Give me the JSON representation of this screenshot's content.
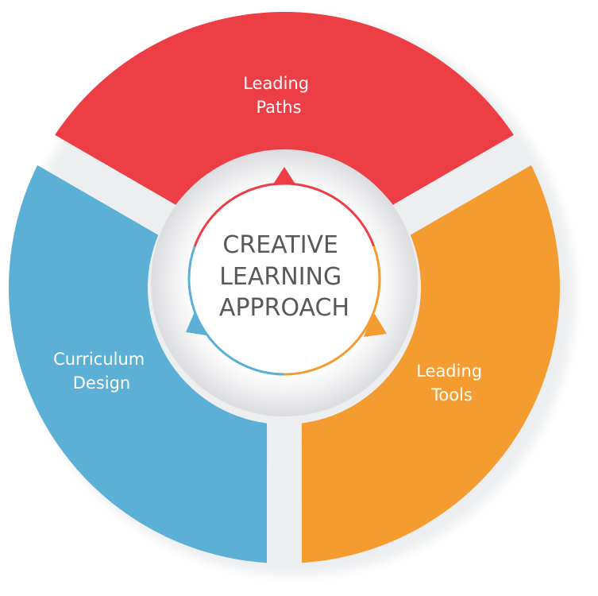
{
  "diagram": {
    "type": "cycle-ring",
    "center": {
      "lines": [
        "CREATIVE",
        "LEARNING",
        "APPROACH"
      ],
      "text_color": "#58595b",
      "fill": "#ffffff"
    },
    "segments": [
      {
        "id": "leading-paths",
        "lines": [
          "Leading",
          "Paths"
        ],
        "color": "#ee3e45",
        "position": "top"
      },
      {
        "id": "leading-tools",
        "lines": [
          "Leading",
          "Tools"
        ],
        "color": "#f59c31",
        "position": "bottom-right"
      },
      {
        "id": "curriculum-design",
        "lines": [
          "Curriculum",
          "Design"
        ],
        "color": "#5cb0d6",
        "position": "bottom-left"
      }
    ],
    "ring_gap_color": "#e3e4e6"
  }
}
